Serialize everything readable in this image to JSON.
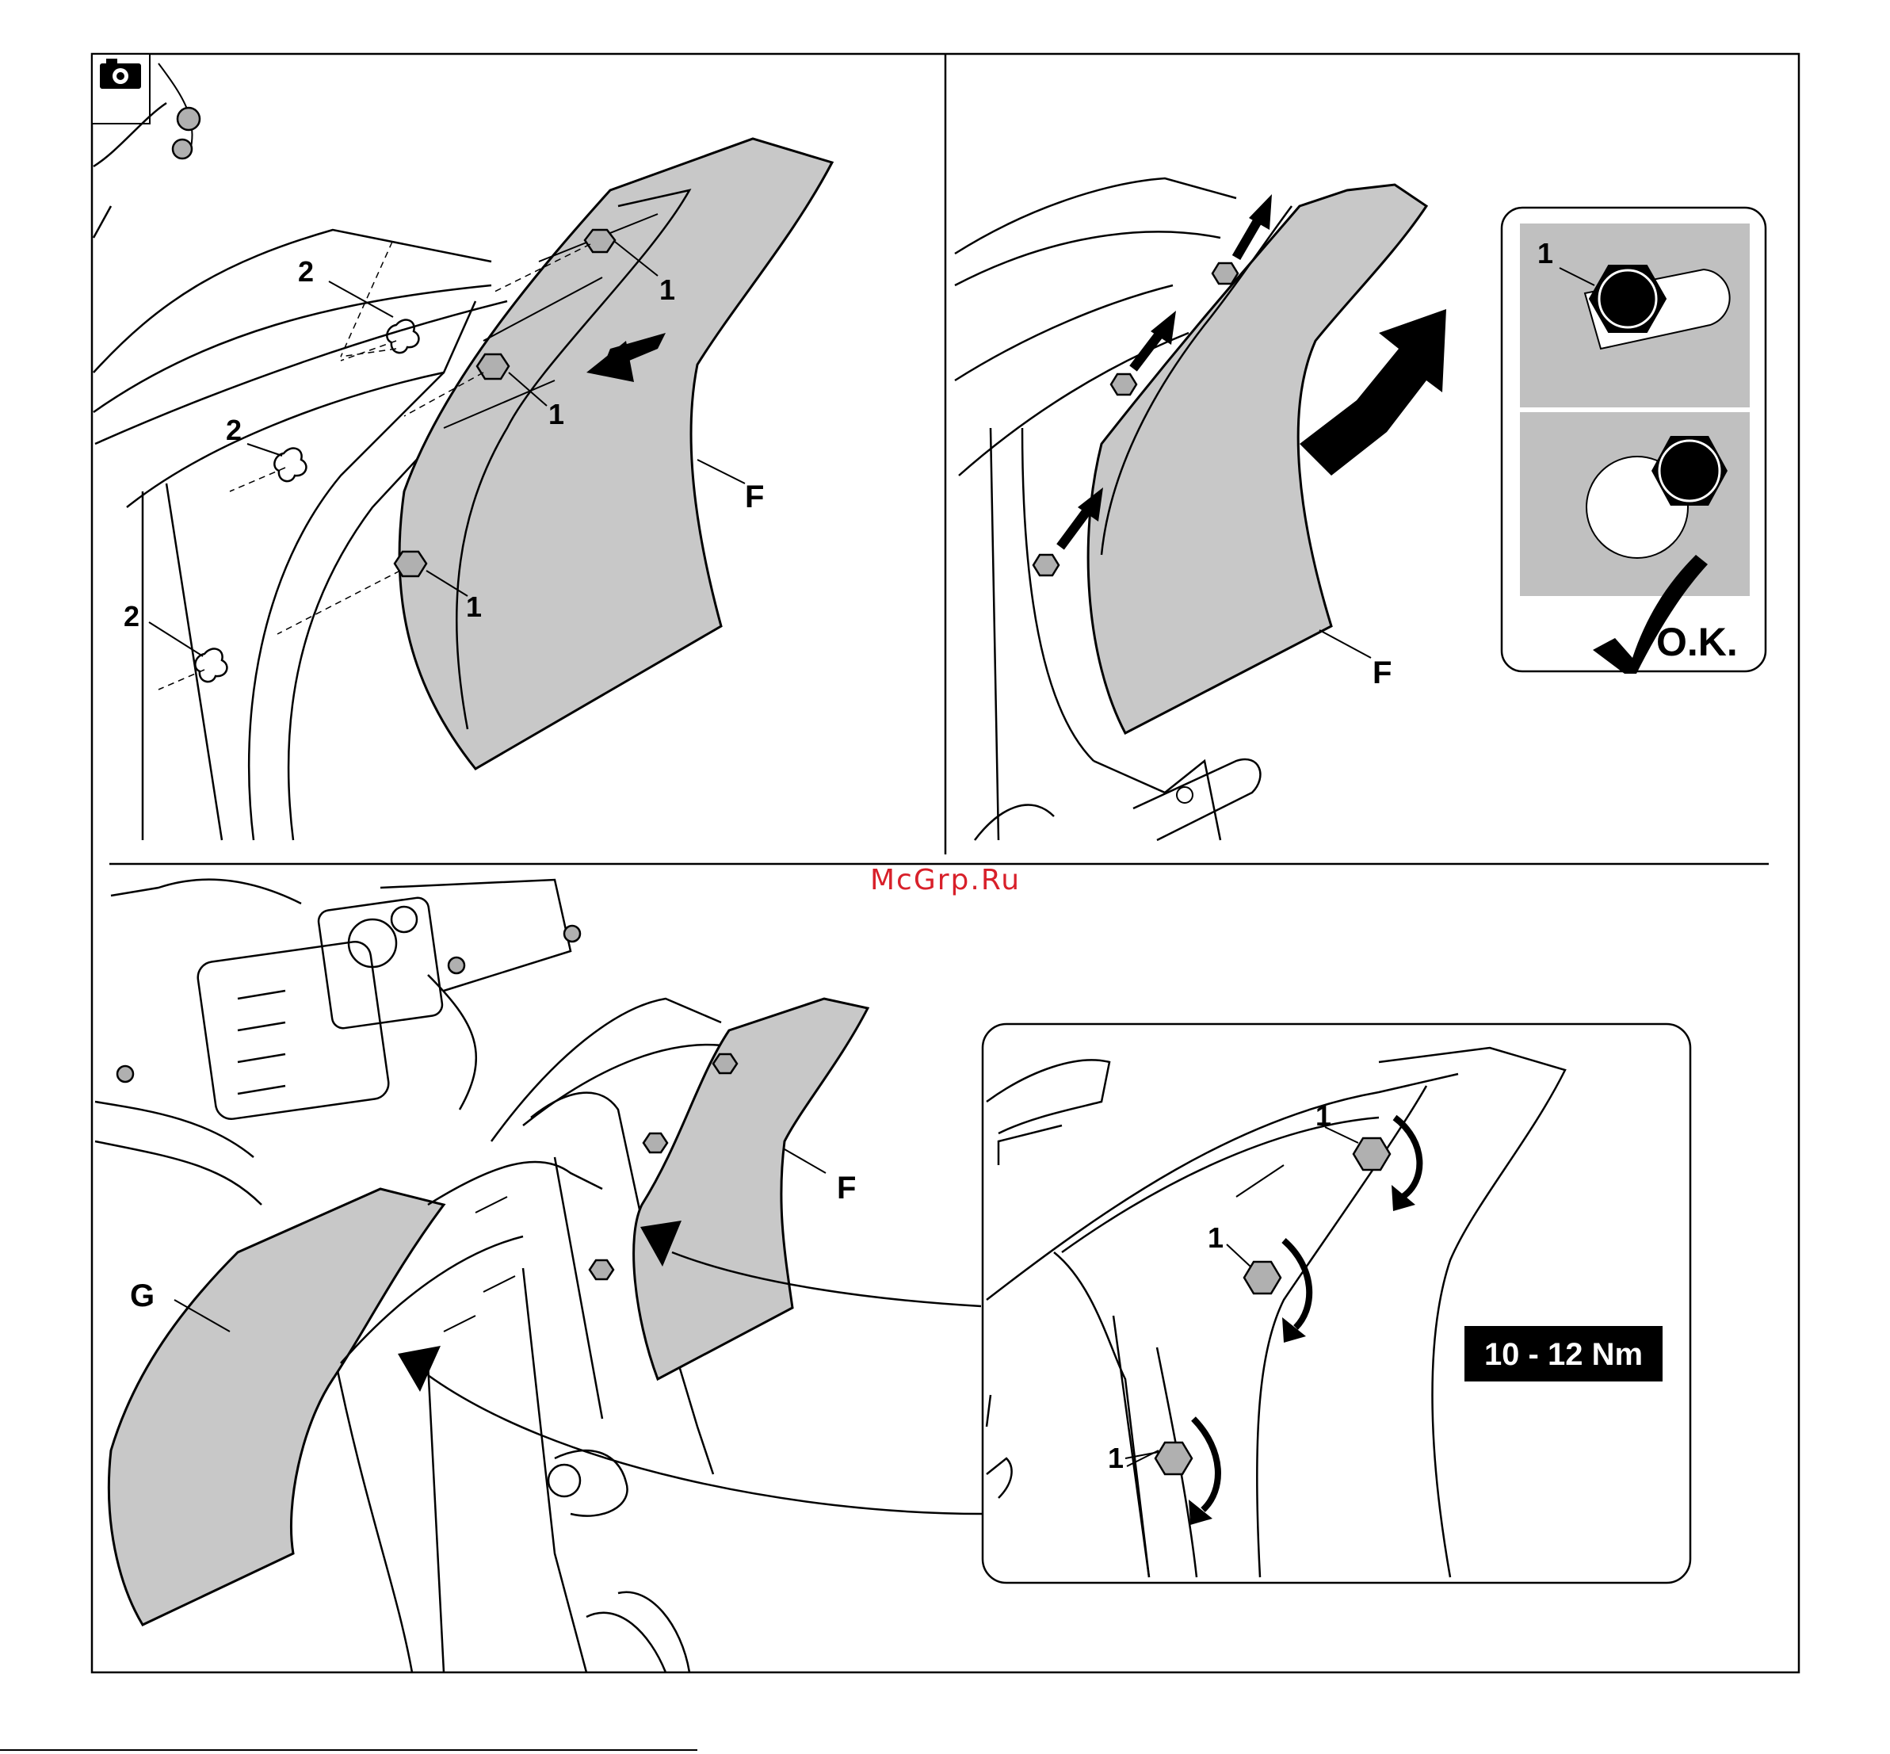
{
  "watermark": "McGrp.Ru",
  "icons": {
    "camera": "camera-icon",
    "checkmark": "checkmark-icon"
  },
  "colors": {
    "fender": "#c8c8c8",
    "inset_gray": "#c0c0c0",
    "torque_box": "#000000",
    "watermark": "#d8202a"
  },
  "panel_top_left": {
    "bolt_labels": [
      "1",
      "1",
      "1"
    ],
    "hole_labels": [
      "2",
      "2",
      "2"
    ],
    "part_label": "F"
  },
  "panel_top_right": {
    "part_label": "F",
    "inset": {
      "bolt_label": "1",
      "ok_label": "O.K."
    }
  },
  "panel_bottom": {
    "part_label_f": "F",
    "part_label_g": "G",
    "detail": {
      "bolt_labels": [
        "1",
        "1",
        "1"
      ],
      "torque": "10 - 12 Nm"
    }
  }
}
